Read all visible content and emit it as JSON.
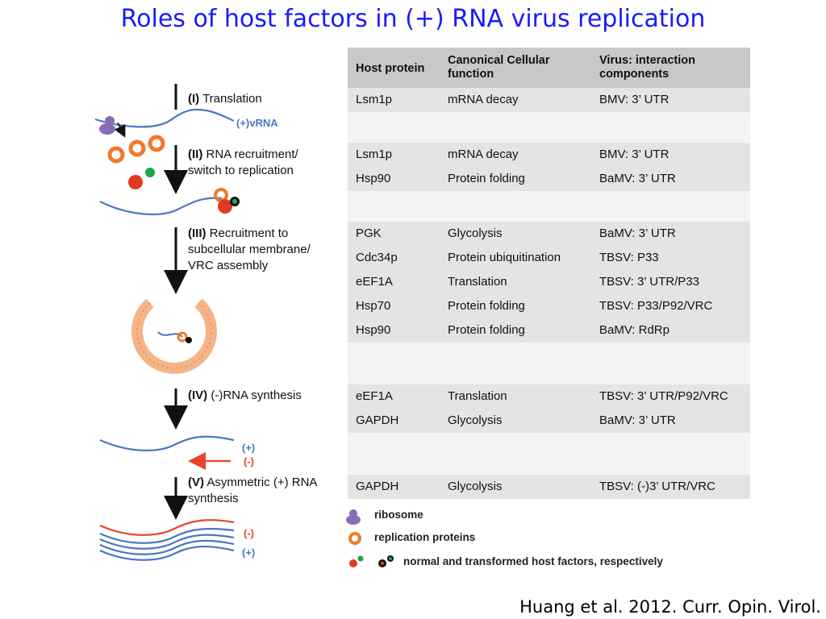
{
  "title": "Roles of host factors in (+) RNA virus replication",
  "citation": "Huang et al. 2012. Curr. Opin. Virol.",
  "stages": [
    {
      "num": "(I)",
      "text": "Translation"
    },
    {
      "num": "(II)",
      "text": "RNA recruitment/ switch to replication"
    },
    {
      "num": "(III)",
      "text": "Recruitment to subcellular membrane/ VRC assembly"
    },
    {
      "num": "(IV)",
      "text": "(-)RNA synthesis"
    },
    {
      "num": "(V)",
      "text": "Asymmetric (+) RNA synthesis"
    }
  ],
  "strand_labels": {
    "vrna": "(+)vRNA",
    "plus": "(+)",
    "minus": "(-)",
    "minus2": "(-)",
    "plus2": "(+)"
  },
  "table": {
    "headers": [
      "Host protein",
      "Canonical Cellular function",
      "Virus: interaction components"
    ],
    "groups": [
      [
        [
          "Lsm1p",
          "mRNA decay",
          "BMV: 3’ UTR"
        ]
      ],
      [
        [
          "Lsm1p",
          "mRNA decay",
          "BMV: 3’ UTR"
        ],
        [
          "Hsp90",
          "Protein folding",
          "BaMV: 3’ UTR"
        ]
      ],
      [
        [
          "PGK",
          "Glycolysis",
          "BaMV: 3’ UTR"
        ],
        [
          "Cdc34p",
          "Protein ubiquitination",
          "TBSV: P33"
        ],
        [
          "eEF1A",
          "Translation",
          "TBSV: 3’ UTR/P33"
        ],
        [
          "Hsp70",
          "Protein folding",
          "TBSV: P33/P92/VRC"
        ],
        [
          "Hsp90",
          "Protein folding",
          "BaMV: RdRp"
        ]
      ],
      [
        [
          "eEF1A",
          "Translation",
          "TBSV: 3’ UTR/P92/VRC"
        ],
        [
          "GAPDH",
          "Glycolysis",
          "BaMV: 3’ UTR"
        ]
      ],
      [
        [
          "GAPDH",
          "Glycolysis",
          "TBSV: (-)3’ UTR/VRC"
        ]
      ]
    ]
  },
  "legend": {
    "ribosome": "ribosome",
    "replication": "replication proteins",
    "host": "normal and transformed host factors, respectively"
  },
  "colors": {
    "title": "#1a1aff",
    "plus_strand": "#4a78c0",
    "minus_strand": "#e8452a",
    "ribosome": "#8a6bb5",
    "replication_protein": "#f07a2a",
    "host_normal_red": "#e03a22",
    "host_normal_green": "#19a84a"
  }
}
